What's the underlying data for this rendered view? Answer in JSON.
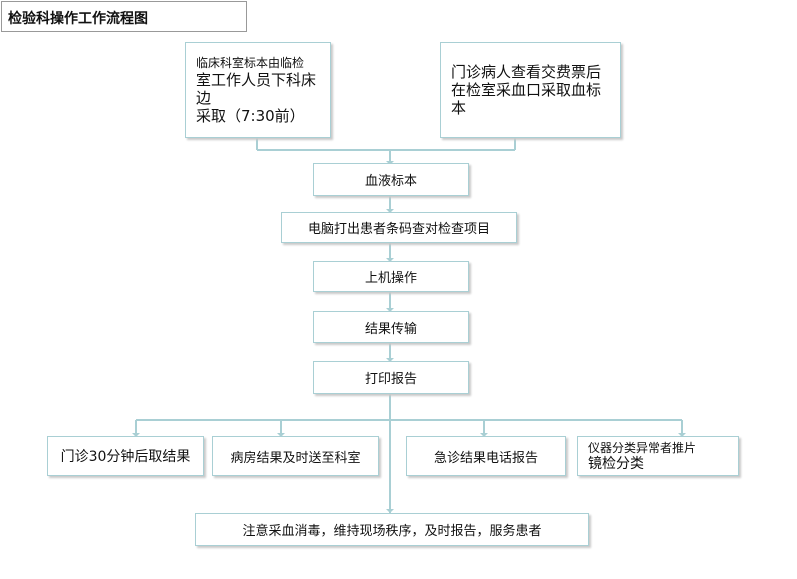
{
  "title": "检验科操作工作流程图",
  "nodes": {
    "clinical_sample": {
      "line1": "临床科室标本由临检",
      "line2": "室工作人员下科床边",
      "line3": "采取（7:30前）"
    },
    "outpatient_sample": {
      "line1": "门诊病人查看交费票后",
      "line2": "在检室采血口采取血标本"
    },
    "blood_sample": "血液标本",
    "print_barcode": "电脑打出患者条码查对检查项目",
    "machine_operation": "上机操作",
    "result_transfer": "结果传输",
    "print_report": "打印报告",
    "outpatient_result": "门诊30分钟后取结果",
    "ward_result": "病房结果及时送至科室",
    "emergency_report": "急诊结果电话报告",
    "abnormal_smear": {
      "line1": "仪器分类异常者推片",
      "line2": "镜检分类"
    },
    "notice": "注意采血消毒，维持现场秩序，及时报告，服务患者"
  },
  "colors": {
    "connector": "#a9cfd4",
    "border": "#a9cfd4",
    "shadow": "#c9c9c9"
  }
}
